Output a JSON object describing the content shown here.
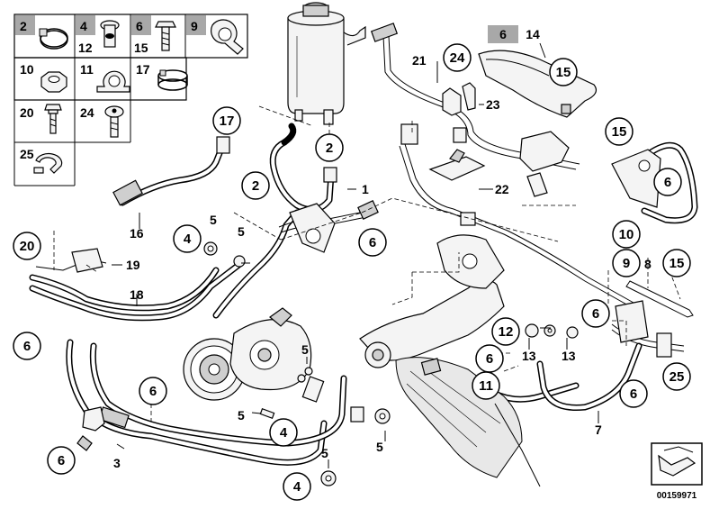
{
  "legend": {
    "cells": [
      {
        "labels": [
          "2"
        ],
        "shaded": true,
        "icon": "hose-clamp-icon"
      },
      {
        "labels": [
          "4",
          "12"
        ],
        "shaded": true,
        "icon": "banjo-bolt-icon"
      },
      {
        "labels": [
          "6",
          "15"
        ],
        "shaded": true,
        "icon": "bolt-icon"
      },
      {
        "labels": [
          "9"
        ],
        "shaded": true,
        "icon": "pipe-clip-icon"
      },
      {
        "labels": [
          "10"
        ],
        "shaded": false,
        "icon": "hex-nut-icon"
      },
      {
        "labels": [
          "11"
        ],
        "shaded": false,
        "icon": "bracket-clip-icon"
      },
      {
        "labels": [
          "17"
        ],
        "shaded": false,
        "icon": "spring-clamp-icon"
      },
      {
        "labels": [
          "20"
        ],
        "shaded": false,
        "icon": "flange-bolt-icon"
      },
      {
        "labels": [
          "24"
        ],
        "shaded": false,
        "icon": "torx-screw-icon"
      },
      {
        "labels": [
          "25"
        ],
        "shaded": false,
        "icon": "cable-tie-icon"
      }
    ]
  },
  "circled_callouts": [
    "17",
    "2",
    "2",
    "24",
    "15",
    "15",
    "6",
    "4",
    "6",
    "20",
    "10",
    "9",
    "15",
    "6",
    "6",
    "12",
    "6",
    "11",
    "6",
    "25",
    "6",
    "4",
    "6",
    "4"
  ],
  "plain_callouts": [
    "1",
    "3",
    "5",
    "5",
    "5",
    "5",
    "5",
    "5",
    "7",
    "8",
    "13",
    "13",
    "14",
    "16",
    "18",
    "19",
    "21",
    "22",
    "23"
  ],
  "highlight_callout": "6",
  "reference_number": "00159971",
  "colors": {
    "line": "#000000",
    "legend_shade": "#a8a8a8",
    "background": "#ffffff"
  }
}
